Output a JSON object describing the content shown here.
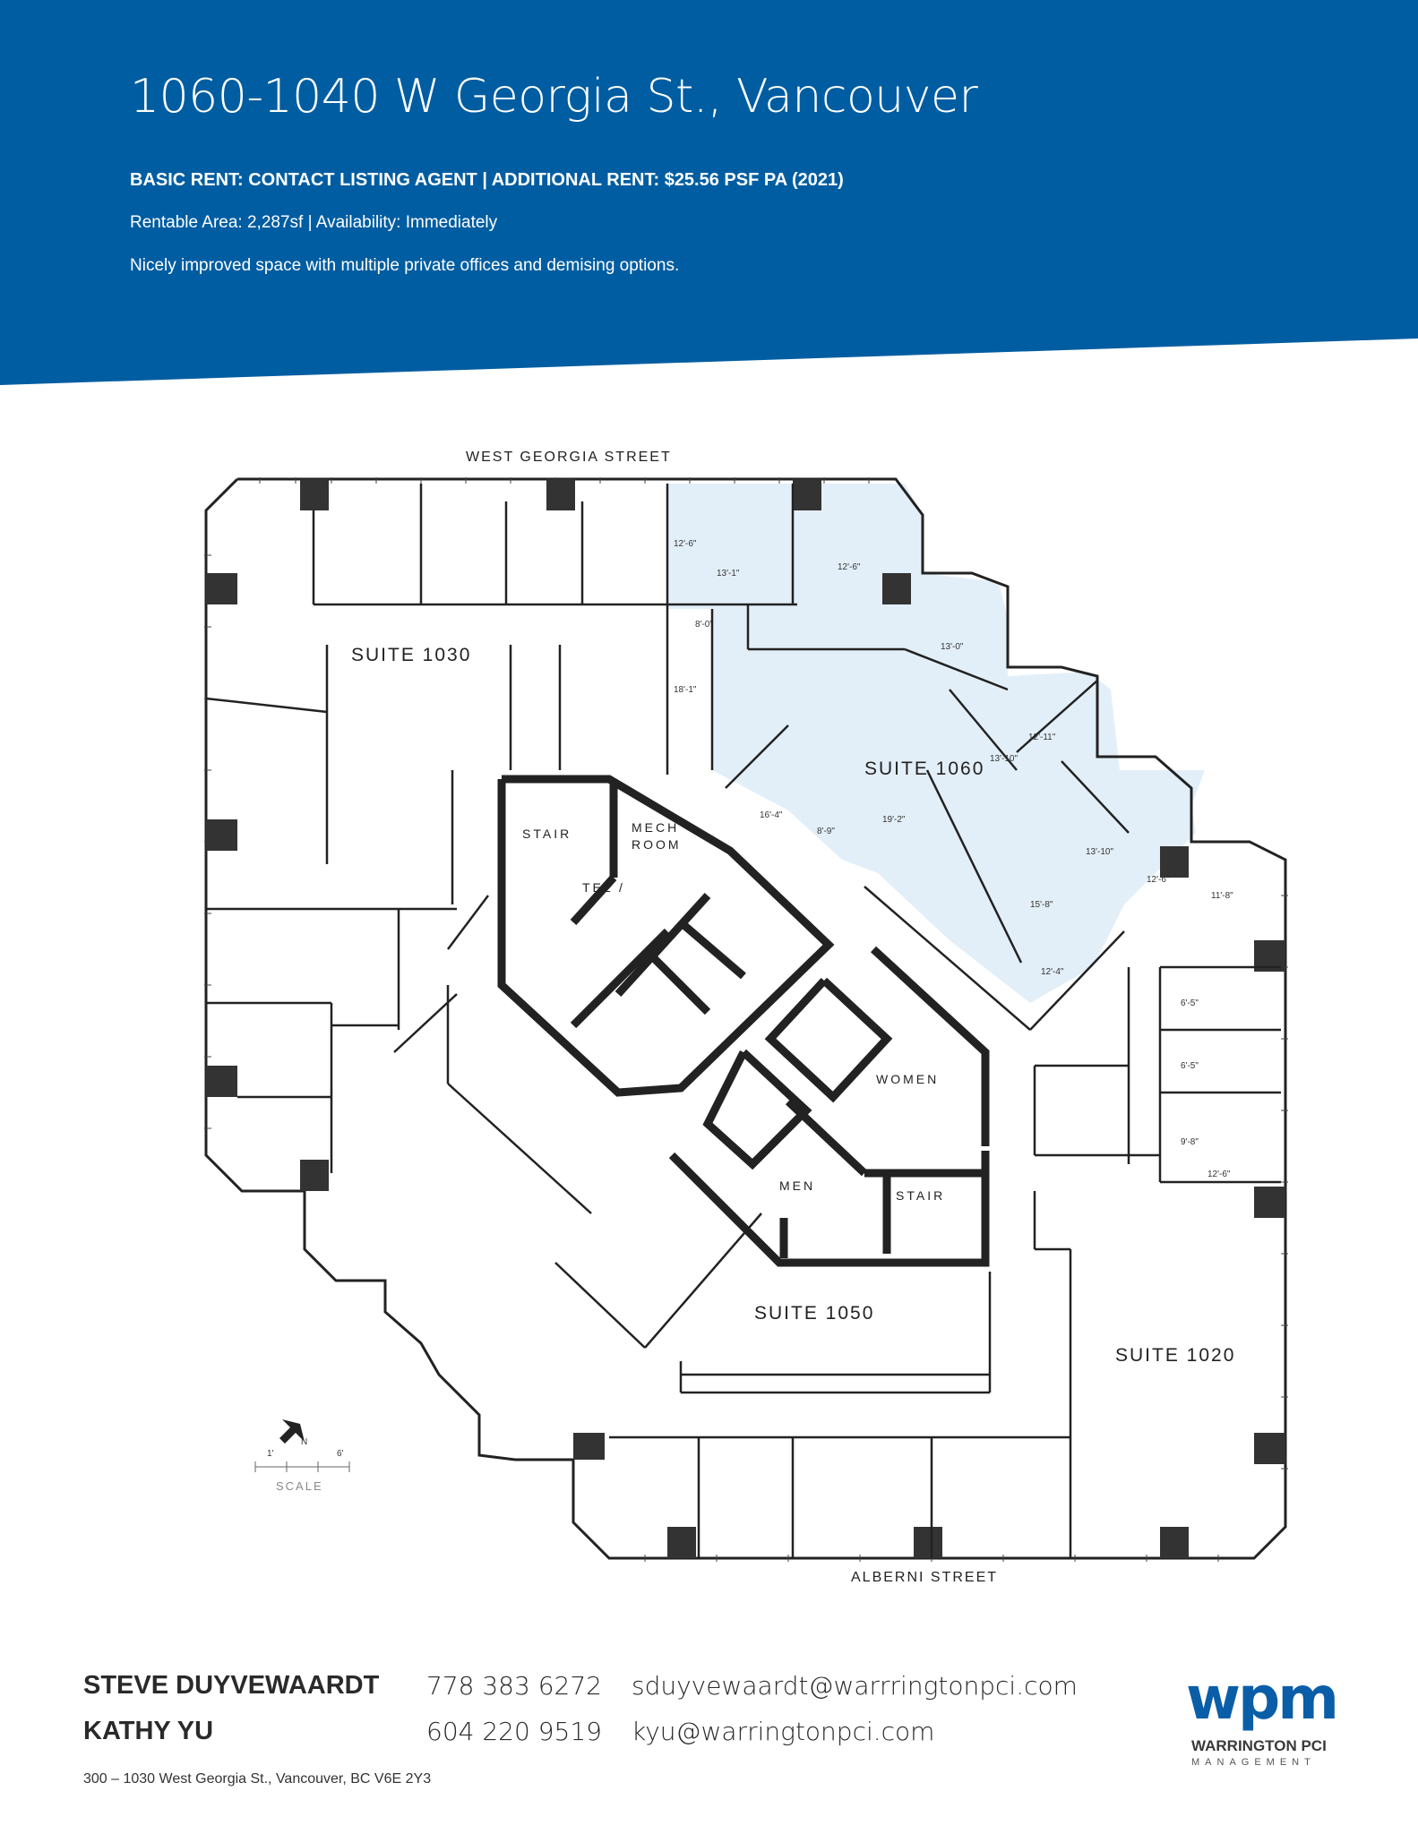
{
  "header": {
    "title": "1060-1040 W Georgia St., Vancouver",
    "rent_line": "BASIC RENT: CONTACT LISTING AGENT | ADDITIONAL RENT: $25.56 PSF PA (2021)",
    "area_line": "Rentable Area: 2,287sf  |  Availability: Immediately",
    "description": "Nicely improved space with multiple private offices and demising options.",
    "band_color": "#005DA1"
  },
  "floor_plan": {
    "street_top": "WEST GEORGIA STREET",
    "street_bottom": "ALBERNI STREET",
    "highlight_color": "#E3EFF8",
    "suites": {
      "s1030": "SUITE 1030",
      "s1060": "SUITE 1060",
      "s1050": "SUITE 1050",
      "s1020": "SUITE 1020"
    },
    "rooms": {
      "stair_1": "STAIR",
      "mech_1": "MECH",
      "mech_2": "ROOM",
      "tel": "TEL /",
      "women": "WOMEN",
      "men": "MEN",
      "stair_2": "STAIR"
    },
    "dimensions": {
      "d1": "12'-6\"",
      "d2": "13'-1\"",
      "d3": "12'-6\"",
      "d4": "8'-0\"",
      "d5": "13'-0\"",
      "d6": "18'-1\"",
      "d7": "12'-11\"",
      "d8": "13'-10\"",
      "d9": "16'-4\"",
      "d10": "8'-9\"",
      "d11": "19'-2\"",
      "d12": "13'-10\"",
      "d13": "12'-6\"",
      "d14": "11'-8\"",
      "d15": "15'-8\"",
      "d16": "12'-4\"",
      "d17": "6'-5\"",
      "d18": "6'-5\"",
      "d19": "9'-8\"",
      "d20": "12'-6\""
    },
    "north": "N",
    "scale_label": "SCALE",
    "scale_start": "1'",
    "scale_end": "6'"
  },
  "contacts": [
    {
      "name": "STEVE DUYVEWAARDT",
      "phone": "778 383 6272",
      "email": "sduyvewaardt@warrringtonpci.com"
    },
    {
      "name": "KATHY YU",
      "phone": "604 220 9519",
      "email": "kyu@warringtonpci.com"
    }
  ],
  "address": "300 – 1030 West Georgia St., Vancouver, BC V6E 2Y3",
  "logo": {
    "mark": "wpm",
    "name": "WARRINGTON PCI",
    "sub": "MANAGEMENT",
    "color": "#0A5EA8"
  }
}
